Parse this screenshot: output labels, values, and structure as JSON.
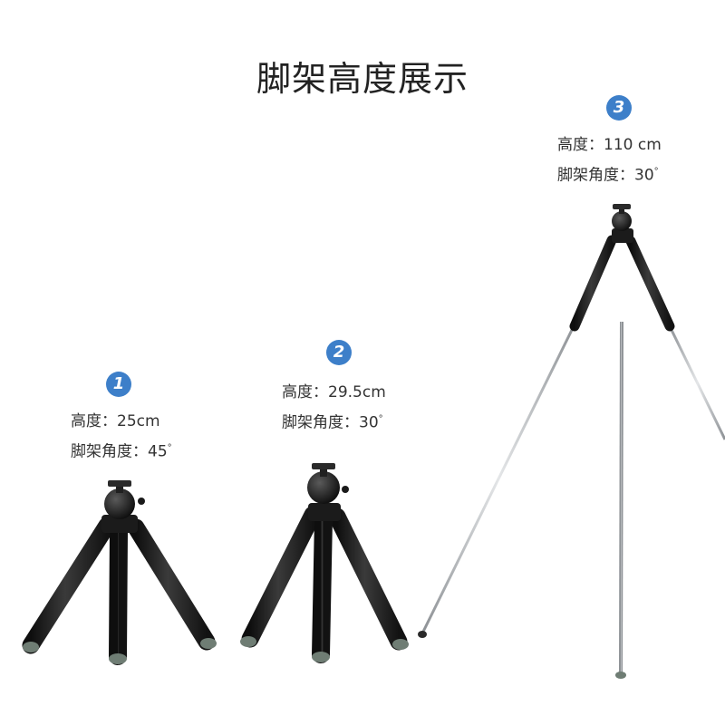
{
  "title": "脚架高度展示",
  "items": [
    {
      "number": "1",
      "height_label": "高度：",
      "height_value": "25cm",
      "angle_label": "脚架角度：",
      "angle_value": "45",
      "degree_sign": "°"
    },
    {
      "number": "2",
      "height_label": "高度：",
      "height_value": "29.5cm",
      "angle_label": "脚架角度：",
      "angle_value": "30",
      "degree_sign": "°"
    },
    {
      "number": "3",
      "height_label": "高度：",
      "height_value": "110 cm",
      "angle_label": "脚架角度：",
      "angle_value": "30",
      "degree_sign": "°"
    }
  ],
  "colors": {
    "badge": "#3d7fc9",
    "leg_black": "#1e1e1e",
    "leg_silver": "#b8bcc0",
    "foot": "#6f7d74"
  }
}
